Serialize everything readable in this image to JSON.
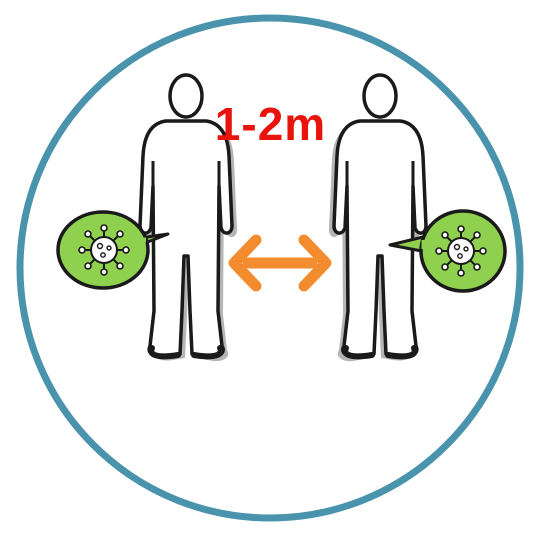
{
  "illustration": {
    "distance_label": "1-2m",
    "colors": {
      "ring": "#4a93ad",
      "background": "#ffffff",
      "label": "#e8140c",
      "arrow": "#f28c2e",
      "bubble_fill": "#8fd14f",
      "outline": "#1a1a1a",
      "shadow": "#b5b5b5"
    },
    "figures": [
      {
        "name": "person-left",
        "bubble_icon": "virus-icon",
        "bubble_side": "left"
      },
      {
        "name": "person-right",
        "bubble_icon": "virus-icon",
        "bubble_side": "right"
      }
    ],
    "connector_icon": "double-arrow-icon"
  }
}
